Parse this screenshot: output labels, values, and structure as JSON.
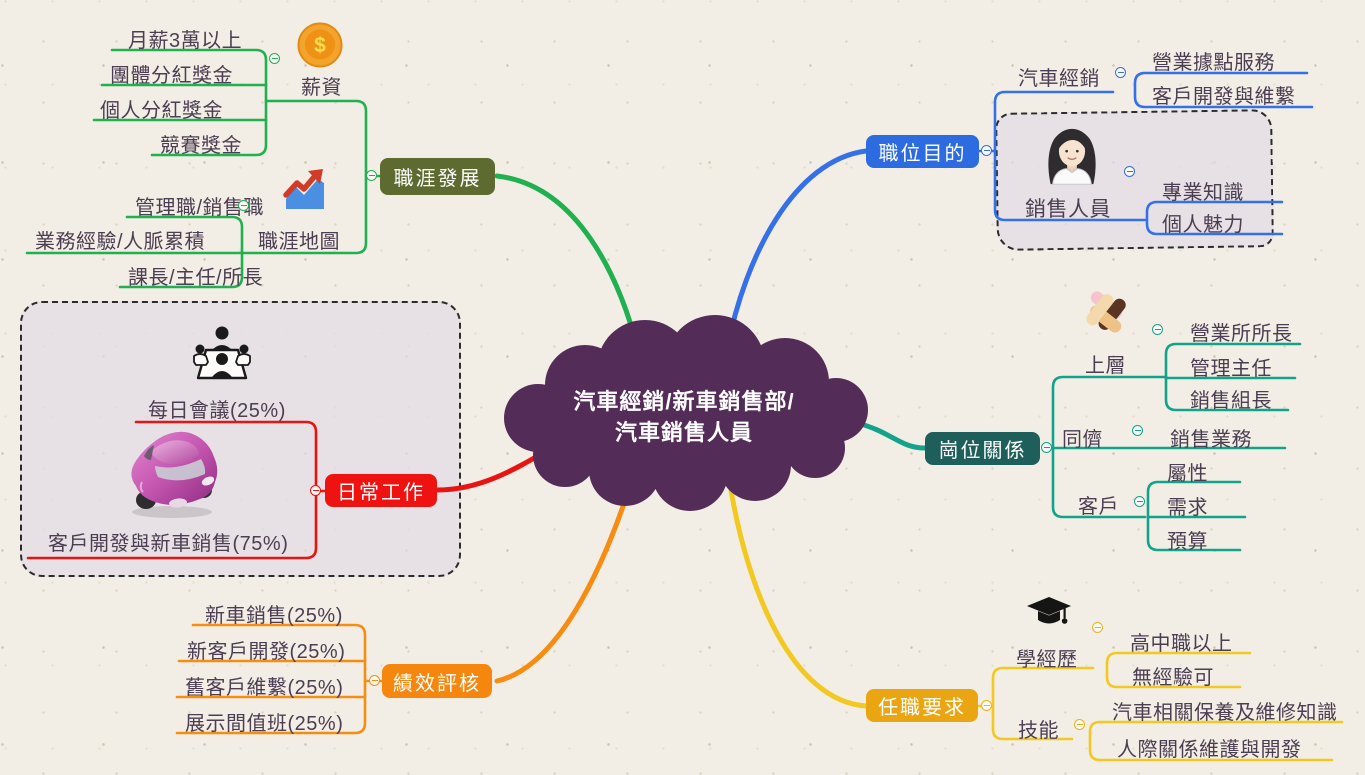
{
  "center": {
    "label_line1": "汽車經銷/新車銷售部/",
    "label_line2": "汽車銷售人員"
  },
  "colors": {
    "background": "#f2eee5",
    "cloud": "#532c58",
    "leaf_text": "#4c3e52",
    "green_line": "#21b050",
    "olive_box": "#5d6b30",
    "blue_line": "#3570e6",
    "blue_box": "#2d6be0",
    "teal_line": "#13a38a",
    "teal_box": "#1f5f5b",
    "red_line": "#e91312",
    "red_box": "#ee1311",
    "orange_line": "#f78c12",
    "orange_box": "#f6870e",
    "yellow_line": "#f2c922",
    "amber_box": "#eaa513"
  },
  "branches": {
    "career_development": {
      "label": "職涯發展",
      "salary": {
        "label": "薪資",
        "icon": "coin-icon",
        "items": [
          "月薪3萬以上",
          "團體分紅獎金",
          "個人分紅獎金",
          "競賽獎金"
        ]
      },
      "career_map": {
        "label": "職涯地圖",
        "icon": "growth-chart-icon",
        "items": [
          "管理職/銷售職",
          "業務經驗/人脈累積",
          "課長/主任/所長"
        ]
      }
    },
    "position_purpose": {
      "label": "職位目的",
      "car_dealership": {
        "label": "汽車經銷",
        "items": [
          "營業據點服務",
          "客戶開發與維繫"
        ]
      },
      "salesperson": {
        "label": "銷售人員",
        "icon": "saleswoman-icon",
        "items": [
          "專業知識",
          "個人魅力"
        ]
      }
    },
    "position_relations": {
      "label": "崗位關係",
      "upper_level": {
        "label": "上層",
        "icon": "teamwork-hands-icon",
        "items": [
          "營業所所長",
          "管理主任",
          "銷售組長"
        ]
      },
      "peers": {
        "label": "同儕",
        "items": [
          "銷售業務"
        ]
      },
      "customers": {
        "label": "客戶",
        "items": [
          "屬性",
          "需求",
          "預算"
        ]
      }
    },
    "daily_work": {
      "label": "日常工作",
      "icons": [
        "meeting-icon",
        "pink-car-illustration"
      ],
      "items": [
        "每日會議(25%)",
        "客戶開發與新車銷售(75%)"
      ]
    },
    "performance_review": {
      "label": "績效評核",
      "items": [
        "新車銷售(25%)",
        "新客戶開發(25%)",
        "舊客戶維繫(25%)",
        "展示間值班(25%)"
      ]
    },
    "job_requirements": {
      "label": "任職要求",
      "education": {
        "label": "學經歷",
        "icon": "graduation-cap-icon",
        "items": [
          "高中職以上",
          "無經驗可"
        ]
      },
      "skills": {
        "label": "技能",
        "items": [
          "汽車相關保養及維修知識",
          "人際關係維護與開發"
        ]
      }
    }
  }
}
